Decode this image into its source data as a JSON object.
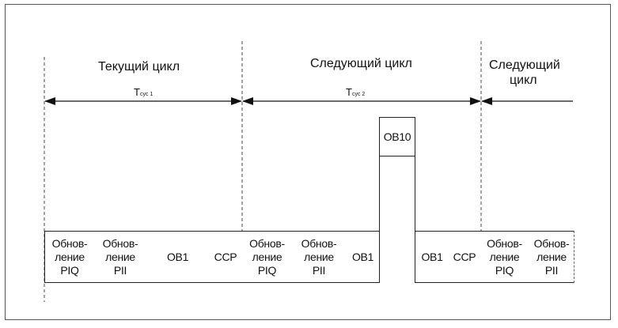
{
  "headings": {
    "current_cycle": "Текущий цикл",
    "next_cycle": "Следующий цикл",
    "next_cycle_2_line1": "Следующий",
    "next_cycle_2_line2": "цикл"
  },
  "cycle_times": {
    "t1_main": "T",
    "t1_sub": "cyc 1",
    "t2_main": "T",
    "t2_sub": "cyc 2"
  },
  "blocks": {
    "piq_1": "Обнов-\nление\nPIQ",
    "pii_1": "Обнов-\nление\nPII",
    "ob1_1": "OB1",
    "ccp_1": "CCP",
    "piq_2": "Обнов-\nление\nPIQ",
    "pii_2": "Обнов-\nление\nPII",
    "ob1_2a": "OB1",
    "ob10": "OB10",
    "ob1_2b": "OB1",
    "ccp_2": "CCP",
    "piq_3": "Обнов-\nление\nPIQ",
    "pii_3": "Обнов-\nление\nPII"
  }
}
